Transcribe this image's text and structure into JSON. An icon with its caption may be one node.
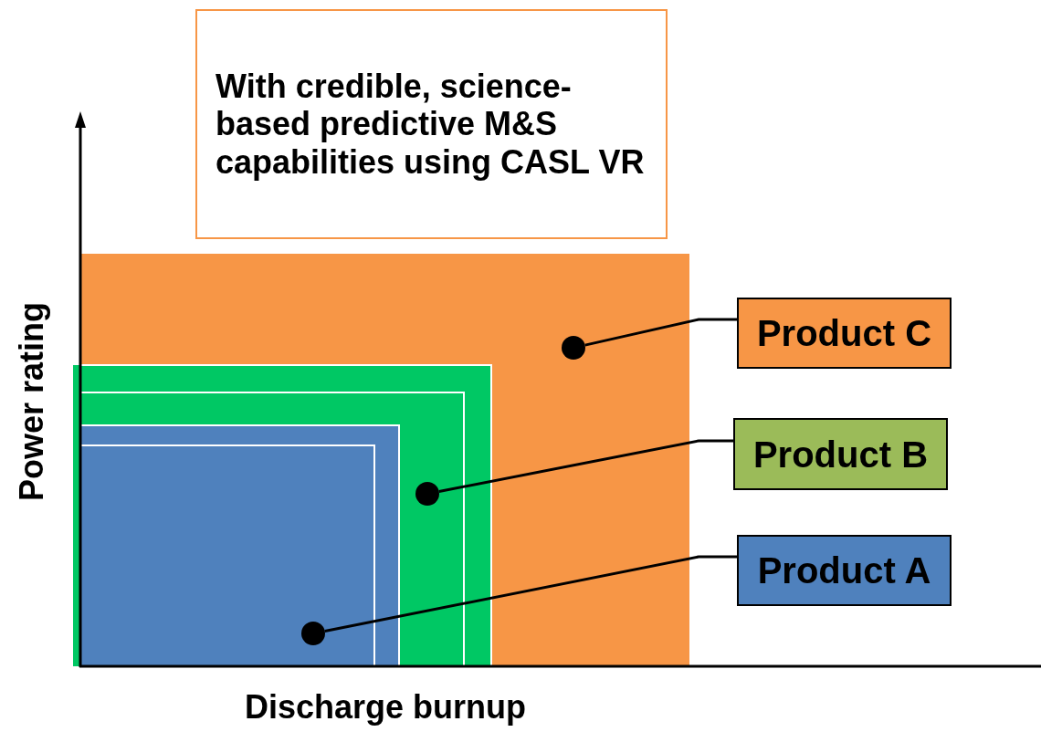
{
  "diagram": {
    "nodes": [
      {
        "text": [
          "With credible, science-based predictive M&S capabilities using CASL VR"
        ]
      },
      {
        "text": [
          "Product C"
        ]
      },
      {
        "text": [
          "Product B"
        ]
      },
      {
        "text": [
          "Product A"
        ]
      },
      {
        "text": [],
        "shape": "circle"
      },
      {
        "text": [],
        "shape": "circle"
      },
      {
        "text": [],
        "shape": "circle"
      }
    ],
    "edges": [
      {
        "from": 1,
        "to": 4,
        "arrow": "none"
      },
      {
        "from": 2,
        "to": 5,
        "arrow": "none"
      },
      {
        "from": 3,
        "to": 6,
        "arrow": "none"
      }
    ],
    "labels": [
      "Power rating",
      "Discharge burnup"
    ]
  }
}
